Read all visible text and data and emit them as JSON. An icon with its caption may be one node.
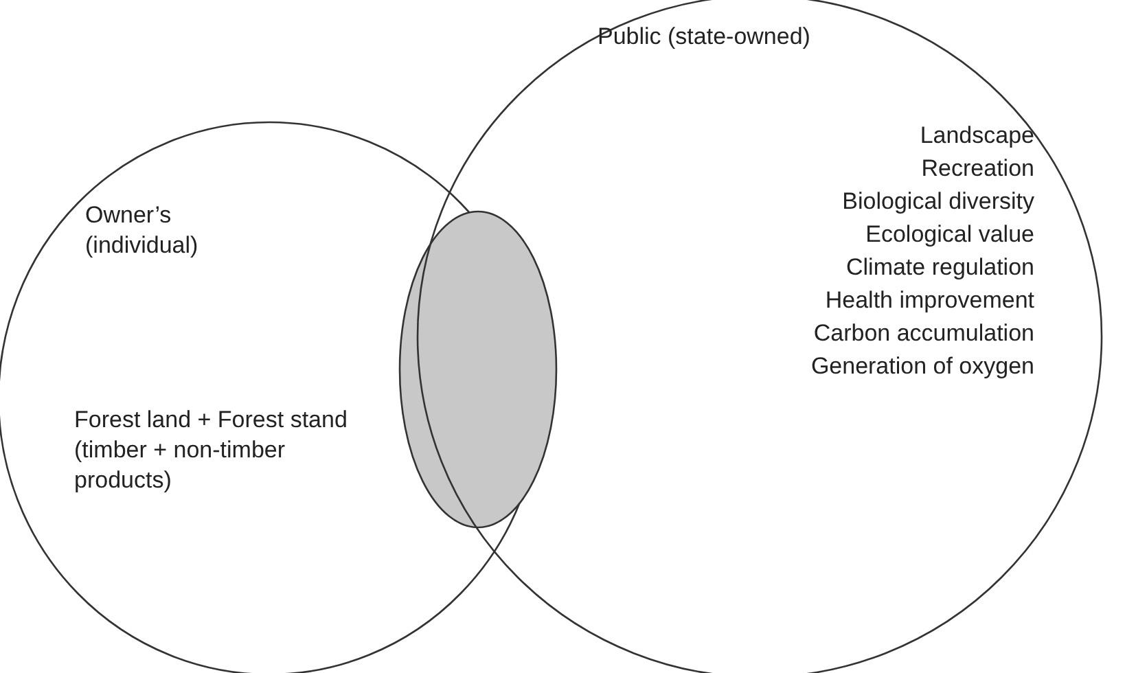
{
  "diagram": {
    "nodes": [
      {
        "text": [
          "Owner’s (individual)",
          "Forest land + Forest stand (timber + non-timber products)"
        ]
      },
      {
        "text": [
          "Public (state-owned)",
          "Landscape",
          "Recreation",
          "Biological diversity",
          "Ecological value",
          "Climate regulation",
          "Health improvement",
          "Carbon accumulation",
          "Generation of oxygen"
        ]
      },
      {
        "text": [],
        "shape": "ellipse"
      }
    ]
  }
}
